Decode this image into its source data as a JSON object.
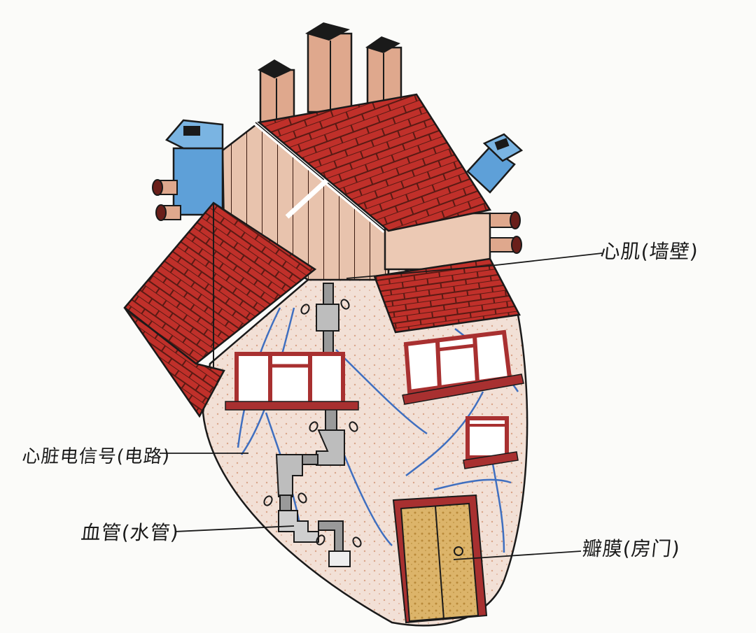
{
  "diagram": {
    "title": "",
    "subject": "heart drawn as a house",
    "labels": [
      {
        "id": "myocardium",
        "text": "心肌(墙壁)",
        "term": "心肌",
        "analogy": "墙壁"
      },
      {
        "id": "cardiac_signal",
        "text": "心脏电信号(电路)",
        "term": "心脏电信号",
        "analogy": "电路"
      },
      {
        "id": "blood_vessel",
        "text": "血管(水管)",
        "term": "血管",
        "analogy": "水管"
      },
      {
        "id": "valve",
        "text": "瓣膜(房门)",
        "term": "瓣膜",
        "analogy": "房门"
      }
    ],
    "parts": {
      "roofs": 3,
      "chimneys_brick": 3,
      "chimneys_blue": 2,
      "side_pipes": 4,
      "windows": 3,
      "door": 1
    },
    "colors": {
      "roof_red": "#c0302a",
      "roof_line": "#5a1a14",
      "wall_pink": "#f0d9cc",
      "wall_brown": "#d9a58a",
      "chimney_brick": "#dfa88d",
      "chimney_blue": "#5ea0d8",
      "vein_blue": "#3f6fc0",
      "pipe_gray": "#b8b8b8",
      "door_ochre": "#d4a650",
      "frame_red": "#a83030",
      "ink": "#1a1a1a",
      "paper": "#fbfbf9"
    }
  }
}
